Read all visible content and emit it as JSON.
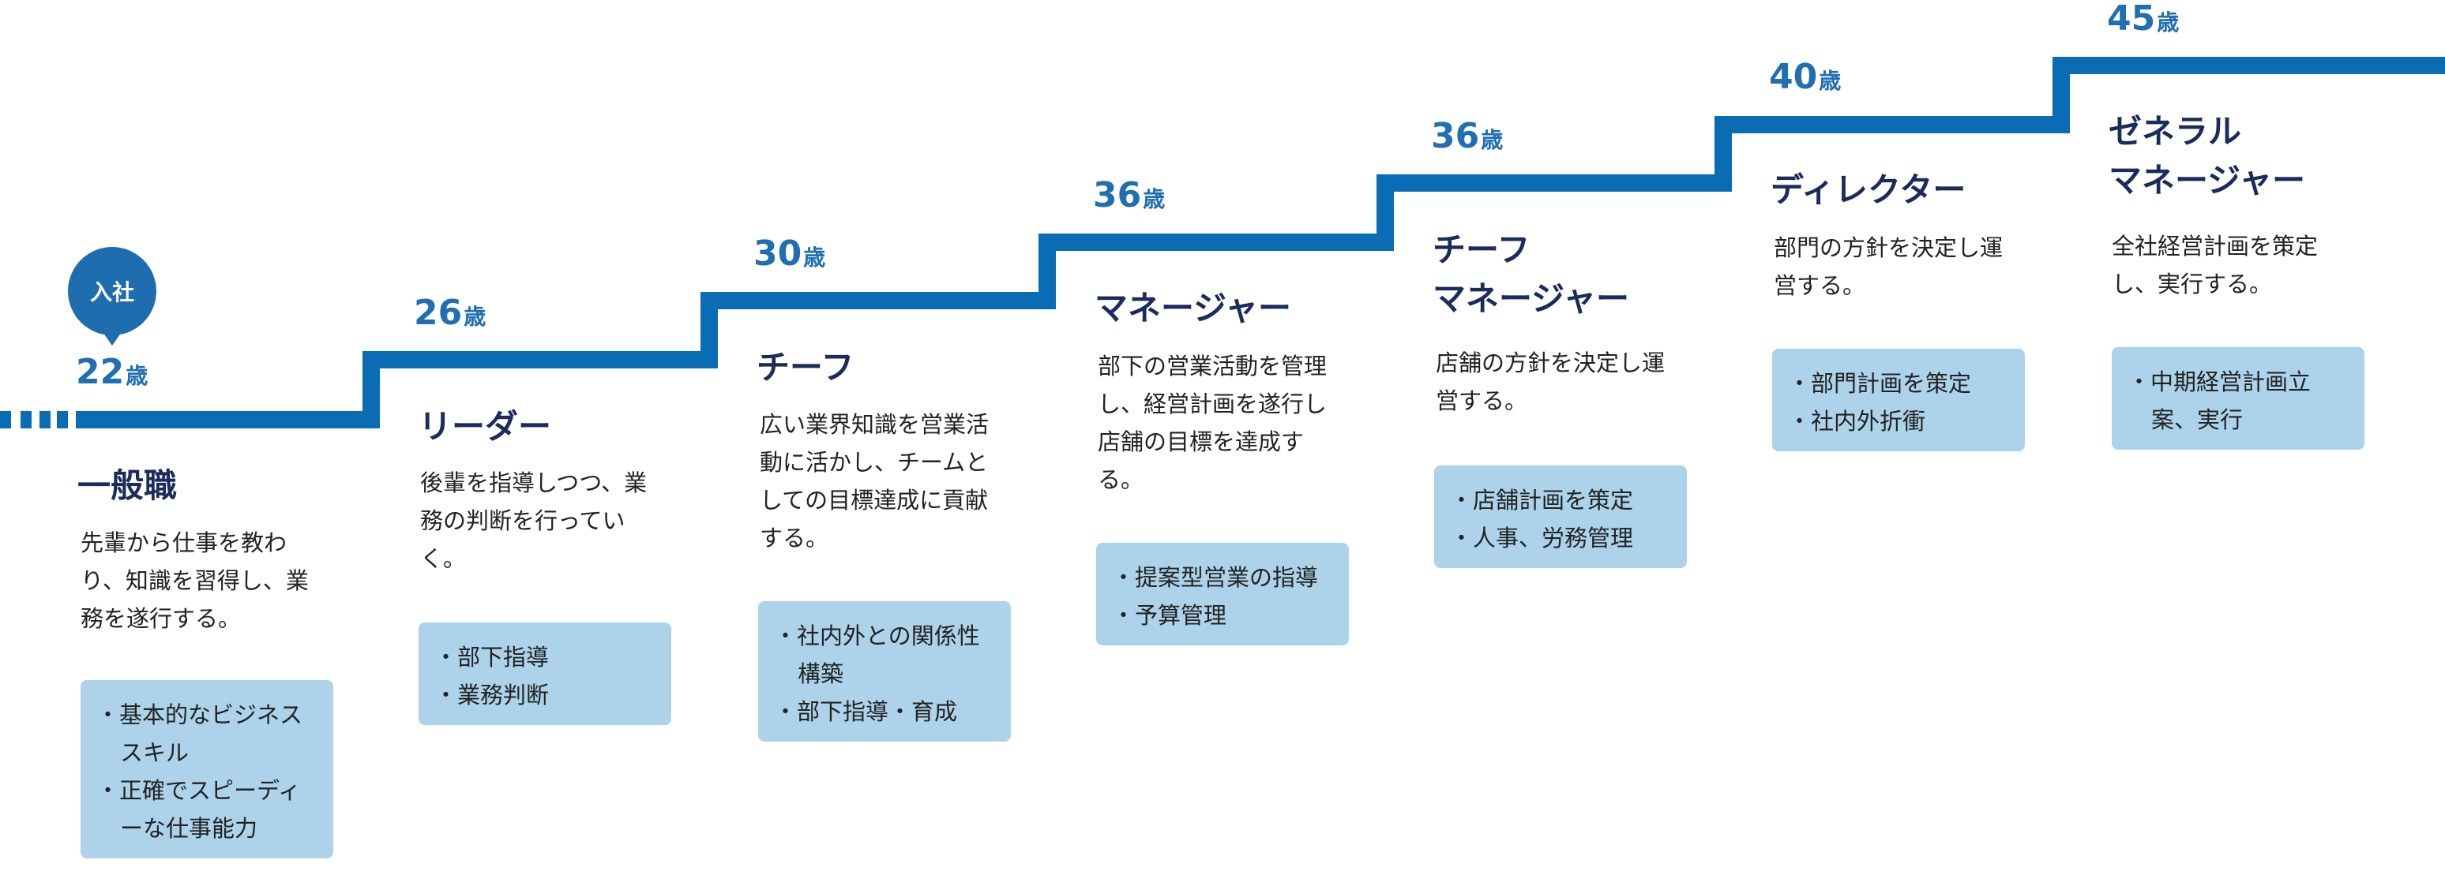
{
  "start_bubble": {
    "label": "入社"
  },
  "colors": {
    "step_line": "#0a6cb4",
    "age": "#1f6fb2",
    "title": "#1b2b5b",
    "box": "#acd3ea"
  },
  "unit_label": "歳",
  "stages": [
    {
      "age": "22",
      "title": "一般職",
      "description": "先輩から仕事を教わ\nり、知識を習得し、業\n務を遂行する。",
      "items": [
        "・基本的なビジネス\nスキル",
        "・正確でスピーディ\nーな仕事能力"
      ]
    },
    {
      "age": "26",
      "title": "リーダー",
      "description": "後輩を指導しつつ、業\n務の判断を行ってい\nく。",
      "items": [
        "・部下指導",
        "・業務判断"
      ]
    },
    {
      "age": "30",
      "title": "チーフ",
      "description": "広い業界知識を営業活\n動に活かし、チームと\nしての目標達成に貢献\nする。",
      "items": [
        "・社内外との関係性\n構築",
        "・部下指導・育成"
      ]
    },
    {
      "age": "36",
      "title": "マネージャー",
      "description": "部下の営業活動を管理\nし、経営計画を遂行し\n店舗の目標を達成す\nる。",
      "items": [
        "・提案型営業の指導",
        "・予算管理"
      ]
    },
    {
      "age": "36",
      "title": "チーフ\nマネージャー",
      "description": "店舗の方針を決定し運\n営する。",
      "items": [
        "・店舗計画を策定",
        "・人事、労務管理"
      ]
    },
    {
      "age": "40",
      "title": "ディレクター",
      "description": "部門の方針を決定し運\n営する。",
      "items": [
        "・部門計画を策定",
        "・社内外折衝"
      ]
    },
    {
      "age": "45",
      "title": "ゼネラル\nマネージャー",
      "description": "全社経営計画を策定\nし、実行する。",
      "items": [
        "・中期経営計画立\n案、実行"
      ]
    }
  ]
}
